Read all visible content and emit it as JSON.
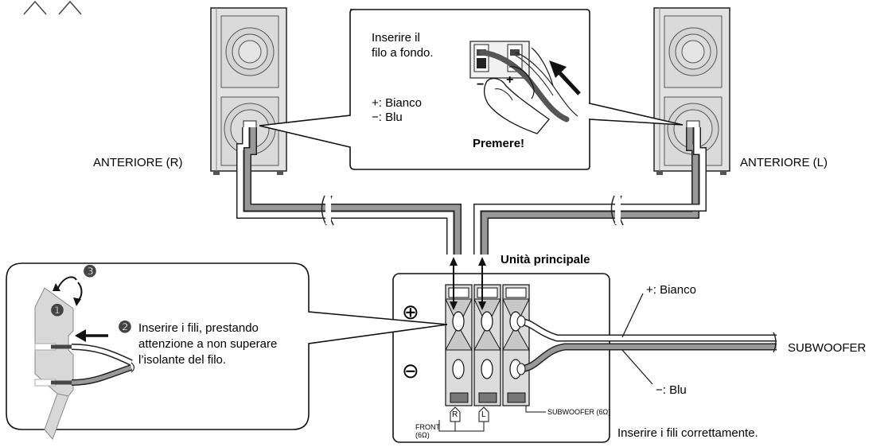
{
  "speakers": {
    "front_right_label": "ANTERIORE (R)",
    "front_left_label": "ANTERIORE (L)",
    "subwoofer_label": "SUBWOOFER"
  },
  "callout_top": {
    "instruction_line1": "Inserire il",
    "instruction_line2": "filo a fondo.",
    "plus_label": "+: Bianco",
    "minus_label": "−: Blu",
    "press_label": "Premere!",
    "terminal_minus_sign": "−",
    "terminal_plus_sign": "+"
  },
  "main_unit": {
    "title": "Unità principale",
    "plus_symbol": "⊕",
    "minus_symbol": "⊖",
    "front_label_line1": "FRONT",
    "front_label_line2": "(6Ω)",
    "front_r": "R",
    "front_l": "L",
    "subwoofer_terminal_label": "SUBWOOFER (6Ω)"
  },
  "subwoofer_wires": {
    "plus_label": "+: Bianco",
    "minus_label": "−: Blu"
  },
  "callout_left": {
    "step1": "❶",
    "step2": "❷",
    "step3": "❸",
    "instruction_line1": "Inserire i fili, prestando",
    "instruction_line2": "attenzione a non superare",
    "instruction_line3": "l’isolante del filo."
  },
  "footer_note": "Inserire i fili correttamente."
}
